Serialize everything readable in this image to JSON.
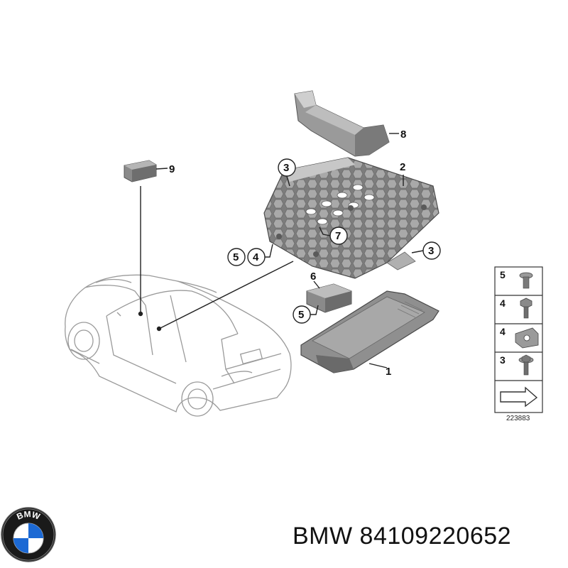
{
  "brand": {
    "logo_text": "BMW",
    "colors": {
      "blue": "#1c69d4",
      "black": "#111111",
      "white": "#ffffff"
    }
  },
  "caption": {
    "brand": "BMW",
    "part_number": "84109220652"
  },
  "callouts": {
    "c1": "1",
    "c2": "2",
    "c3a": "3",
    "c3b": "3",
    "c4": "4",
    "c5a": "5",
    "c5b": "5",
    "c6": "6",
    "c7": "7",
    "c8": "8",
    "c9": "9"
  },
  "legend": {
    "items": [
      {
        "number": "5",
        "icon": "screw-icon"
      },
      {
        "number": "4",
        "icon": "bolt-icon"
      },
      {
        "number": "4",
        "icon": "clip-nut-icon"
      },
      {
        "number": "3",
        "icon": "washer-screw-icon"
      }
    ],
    "code": "223883"
  }
}
